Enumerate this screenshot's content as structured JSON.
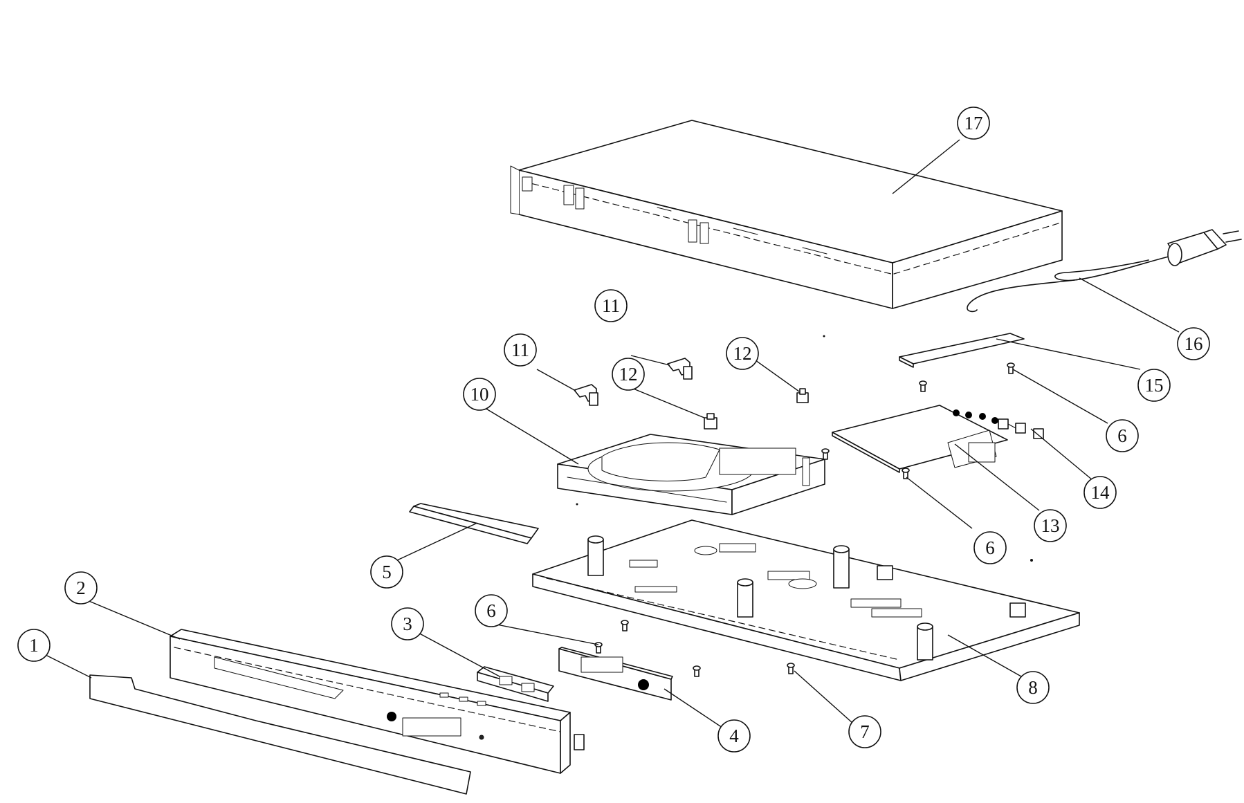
{
  "callouts": [
    {
      "id": "c1",
      "label": "1"
    },
    {
      "id": "c2",
      "label": "2"
    },
    {
      "id": "c3",
      "label": "3"
    },
    {
      "id": "c4",
      "label": "4"
    },
    {
      "id": "c5",
      "label": "5"
    },
    {
      "id": "c6a",
      "label": "6"
    },
    {
      "id": "c6b",
      "label": "6"
    },
    {
      "id": "c6c",
      "label": "6"
    },
    {
      "id": "c7",
      "label": "7"
    },
    {
      "id": "c8",
      "label": "8"
    },
    {
      "id": "c10",
      "label": "10"
    },
    {
      "id": "c11a",
      "label": "11"
    },
    {
      "id": "c11b",
      "label": "11"
    },
    {
      "id": "c12a",
      "label": "12"
    },
    {
      "id": "c12b",
      "label": "12"
    },
    {
      "id": "c13",
      "label": "13"
    },
    {
      "id": "c14",
      "label": "14"
    },
    {
      "id": "c15",
      "label": "15"
    },
    {
      "id": "c16",
      "label": "16"
    },
    {
      "id": "c17",
      "label": "17"
    }
  ]
}
